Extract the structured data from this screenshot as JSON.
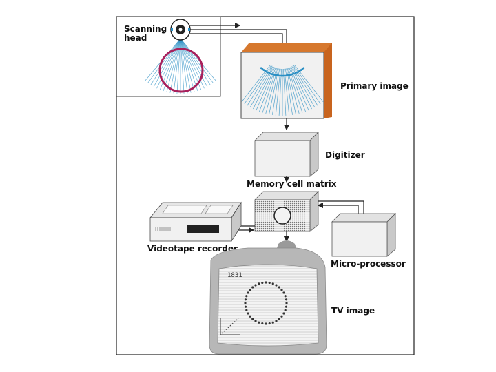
{
  "labels": {
    "scanning_head": [
      "Scanning",
      "head"
    ],
    "primary_image": "Primary image",
    "digitizer": "Digitizer",
    "memory_cell_matrix": "Memory cell matrix",
    "videotape_recorder": "Videotape recorder",
    "micro_processor": "Micro-processor",
    "tv_image": "TV image",
    "tv_counter": "1831"
  },
  "colors": {
    "frame": "#222222",
    "ultrasound_blue": "#2a8fc4",
    "ring_magenta": "#a8215c",
    "monitor_bezel": "#b7b7b7",
    "monitor_screen": "#f1f1f1",
    "box_face": "#f1f1f1",
    "box_side": "#c9c9c9",
    "box_top": "#e2e2e2",
    "primary_frame": "#c8641e",
    "matrix_dots": "#777777"
  }
}
